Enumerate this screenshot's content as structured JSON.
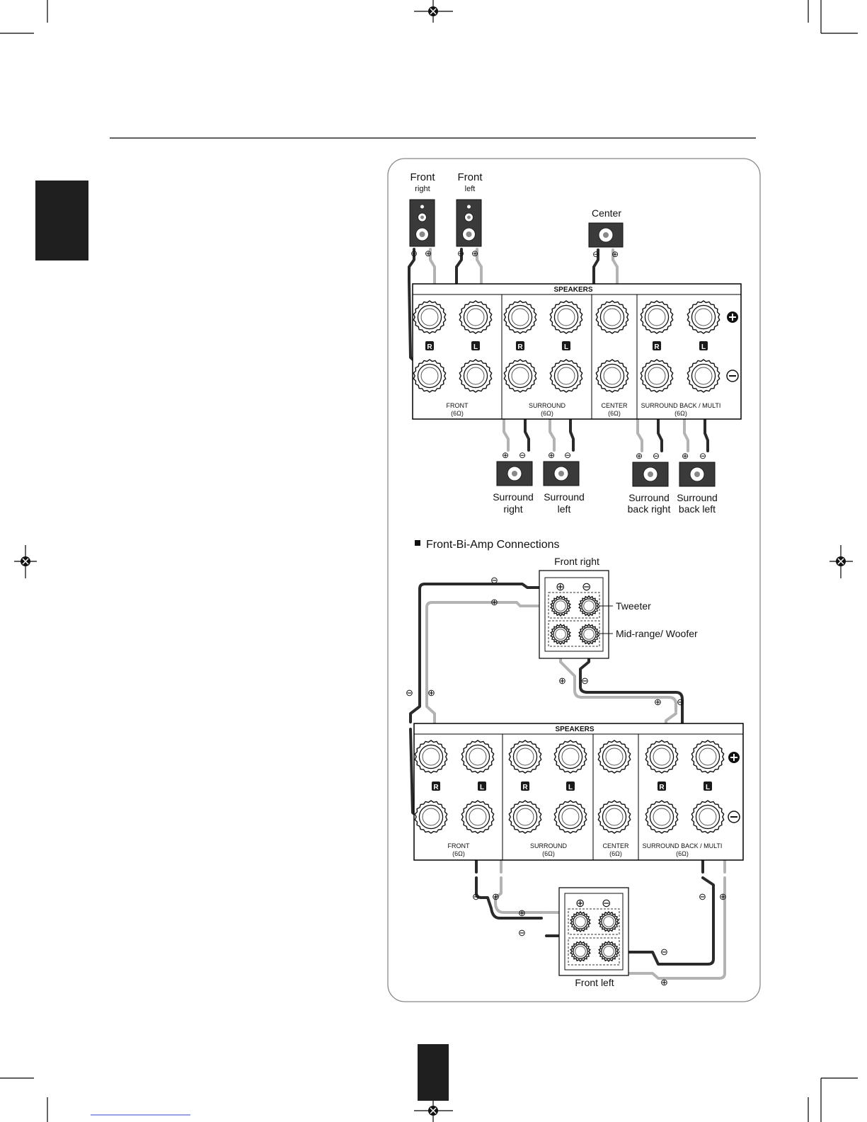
{
  "top_diagram": {
    "speakers": {
      "front_right": {
        "name": "Front",
        "side": "right"
      },
      "front_left": {
        "name": "Front",
        "side": "left"
      },
      "center": "Center",
      "surround_right": {
        "line1": "Surround",
        "line2": "right"
      },
      "surround_left": {
        "line1": "Surround",
        "line2": "left"
      },
      "surround_back_right": {
        "line1": "Surround",
        "line2": "back right"
      },
      "surround_back_left": {
        "line1": "Surround",
        "line2": "back left"
      }
    },
    "panel": {
      "header": "SPEAKERS",
      "sections": [
        {
          "name": "FRONT",
          "impedance": "(6Ω)"
        },
        {
          "name": "SURROUND",
          "impedance": "(6Ω)"
        },
        {
          "name": "CENTER",
          "impedance": "(6Ω)"
        },
        {
          "name": "SURROUND BACK / MULTI",
          "impedance": "(6Ω)"
        }
      ],
      "channel_r": "R",
      "channel_l": "L",
      "plus": "⊕",
      "minus": "⊖"
    }
  },
  "bi_amp": {
    "heading": "Front-Bi-Amp Connections",
    "front_right": "Front right",
    "front_left": "Front left",
    "tweeter": "Tweeter",
    "midrange": "Mid-range/ Woofer",
    "panel": {
      "header": "SPEAKERS",
      "sections": [
        {
          "name": "FRONT",
          "impedance": "(6Ω)"
        },
        {
          "name": "SURROUND",
          "impedance": "(6Ω)"
        },
        {
          "name": "CENTER",
          "impedance": "(6Ω)"
        },
        {
          "name": "SURROUND BACK / MULTI",
          "impedance": "(6Ω)"
        }
      ]
    }
  },
  "colors": {
    "wire_plus": "#b3b3b3",
    "wire_minus": "#2a2a2a",
    "tab": "#1f1f1f"
  }
}
